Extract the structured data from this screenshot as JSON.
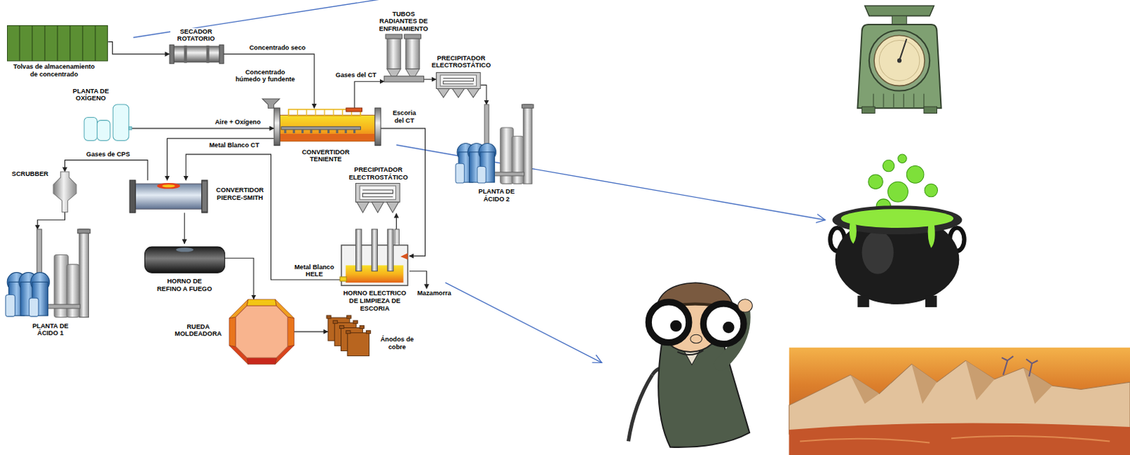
{
  "diagram": {
    "nodes": [
      {
        "text": [
          "Tolvas de almacenamiento de concentrado"
        ]
      },
      {
        "text": [
          "SECADOR ROTATORIO"
        ]
      },
      {
        "text": [
          "TUBOS RADIANTES DE ENFRIAMIENTO"
        ]
      },
      {
        "text": [
          "PRECIPITADOR ELECTROSTÁTICO"
        ]
      },
      {
        "text": [
          "PLANTA DE OXÍGENO"
        ]
      },
      {
        "text": [
          "CONVERTIDOR TENIENTE"
        ]
      },
      {
        "text": [
          "PLANTA DE ÁCIDO 2"
        ]
      },
      {
        "text": [
          "SCRUBBER"
        ]
      },
      {
        "text": [
          "CONVERTIDOR PIERCE-SMITH"
        ]
      },
      {
        "text": [
          "PRECIPITADOR ELECTROSTÁTICO"
        ]
      },
      {
        "text": [
          "PLANTA DE ÁCIDO 1"
        ]
      },
      {
        "text": [
          "HORNO DE REFINO A FUEGO"
        ]
      },
      {
        "text": [
          "HORNO ELECTRICO DE LIMPIEZA DE ESCORIA"
        ]
      },
      {
        "text": [
          "RUEDA MOLDEADORA"
        ]
      },
      {
        "text": [
          "Ánodos de cobre"
        ]
      }
    ],
    "edges": [
      {
        "from": 0,
        "to": 1,
        "arrow": "to"
      },
      {
        "from": 1,
        "to": 5,
        "label": "Concentrado seco",
        "arrow": "to"
      },
      {
        "from": 4,
        "to": 5,
        "label": "Aire + Oxígeno",
        "arrow": "to"
      },
      {
        "from": 5,
        "to": 2,
        "label": "Gases del CT",
        "arrow": "to"
      },
      {
        "from": 2,
        "to": 3,
        "arrow": "to"
      },
      {
        "from": 3,
        "to": 6,
        "arrow": "to"
      },
      {
        "from": 5,
        "to": 12,
        "label": "Escoria del CT",
        "arrow": "to"
      },
      {
        "from": 5,
        "to": 8,
        "label": "Metal Blanco CT",
        "arrow": "to"
      },
      {
        "from": 8,
        "to": 7,
        "label": "Gases de CPS",
        "arrow": "to"
      },
      {
        "from": 7,
        "to": 10,
        "arrow": "to"
      },
      {
        "from": 8,
        "to": 11,
        "arrow": "to"
      },
      {
        "from": 12,
        "to": 9,
        "arrow": "to"
      },
      {
        "from": 12,
        "to": 8,
        "label": "Metal Blanco HELE",
        "arrow": "to"
      },
      {
        "from": 11,
        "to": 13,
        "arrow": "to"
      },
      {
        "from": 13,
        "to": 14,
        "arrow": "to"
      }
    ],
    "labels": [
      "Concentrado húmedo y fundente",
      "Mazamorra"
    ]
  }
}
